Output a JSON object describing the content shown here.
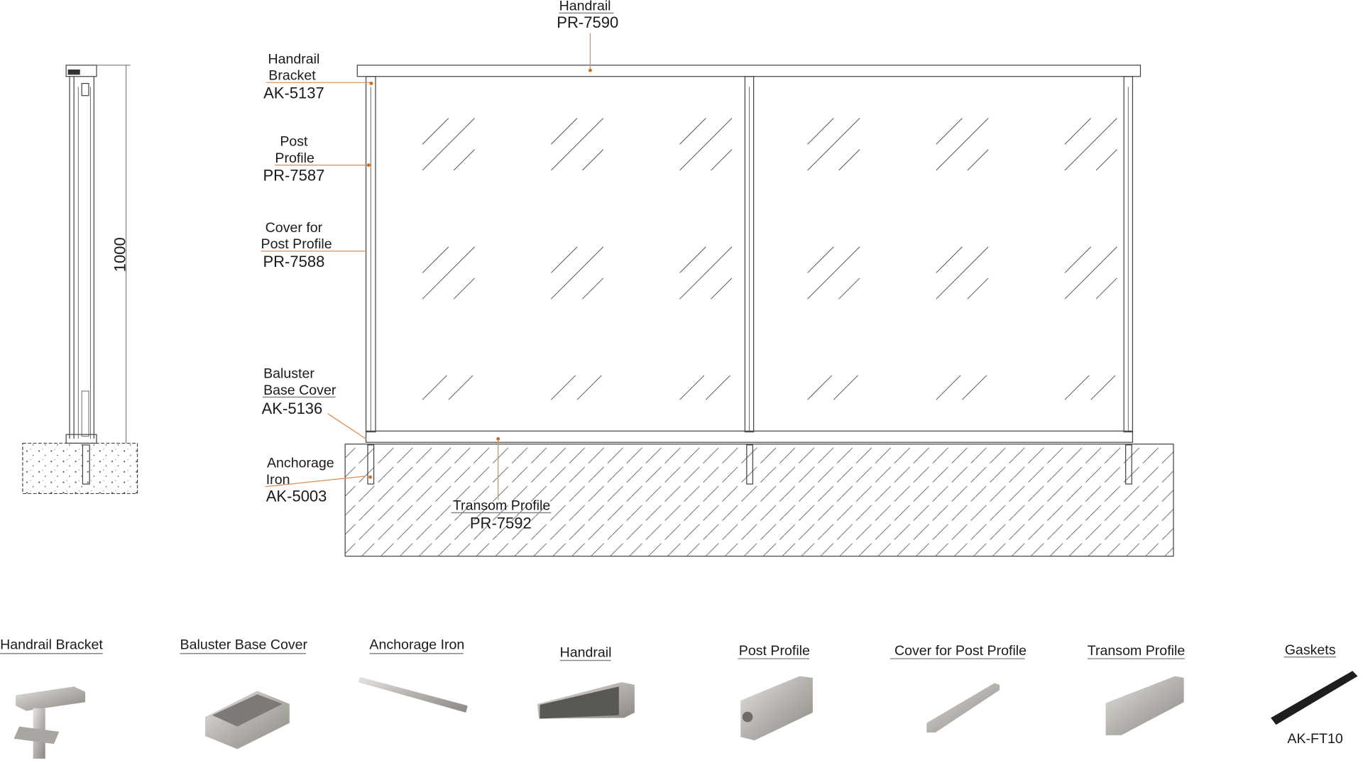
{
  "side_view": {
    "dimension": "1000"
  },
  "callouts": {
    "handrail": {
      "line1": "Handrail",
      "code": "PR-7590"
    },
    "handrail_bracket": {
      "line1": "Handrail",
      "line2": "Bracket",
      "code": "AK-5137"
    },
    "post_profile": {
      "line1": "Post",
      "line2": "Profile",
      "code": "PR-7587"
    },
    "cover_post_profile": {
      "line1": "Cover for",
      "line2": "Post Profile",
      "code": "PR-7588"
    },
    "baluster_base_cover": {
      "line1": "Baluster",
      "line2": "Base Cover",
      "code": "AK-5136"
    },
    "anchorage_iron": {
      "line1": "Anchorage",
      "line2": "Iron",
      "code": "AK-5003"
    },
    "transom_profile": {
      "line1": "Transom Profile",
      "code": "PR-7592"
    }
  },
  "components": [
    {
      "label": "Handrail Bracket"
    },
    {
      "label": "Baluster Base Cover"
    },
    {
      "label": "Anchorage Iron"
    },
    {
      "label": "Handrail"
    },
    {
      "label": "Post Profile"
    },
    {
      "label": "Cover for Post Profile"
    },
    {
      "label": "Transom Profile"
    },
    {
      "label": "Gaskets",
      "code": "AK-FT10"
    }
  ],
  "colors": {
    "leader": "#e08a50",
    "dot": "#d2691e"
  }
}
